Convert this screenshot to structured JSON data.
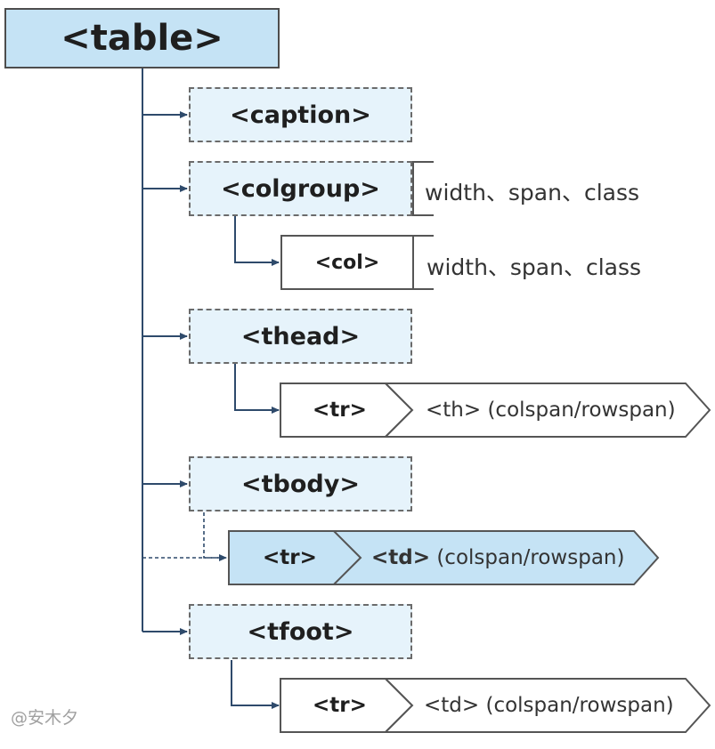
{
  "root": {
    "label": "<table>"
  },
  "children": {
    "caption": {
      "label": "<caption>"
    },
    "colgroup": {
      "label": "<colgroup>",
      "attributes": "width、span、class"
    },
    "col": {
      "label": "<col>",
      "attributes": "width、span、class"
    },
    "thead": {
      "label": "<thead>",
      "row_label": "<tr>",
      "cell_text": "<th> (colspan/rowspan)"
    },
    "tbody": {
      "label": "<tbody>",
      "row_label": "<tr>",
      "cell_tag": "<td>",
      "cell_suffix": " (colspan/rowspan)"
    },
    "tfoot": {
      "label": "<tfoot>",
      "row_label": "<tr>",
      "cell_text": "<td> (colspan/rowspan)"
    }
  },
  "watermark": "@安木夕",
  "colors": {
    "root_fill": "#c5e3f5",
    "child_fill": "#e6f3fb",
    "highlight_fill": "#c5e3f5",
    "connector": "#2e4a6b"
  }
}
